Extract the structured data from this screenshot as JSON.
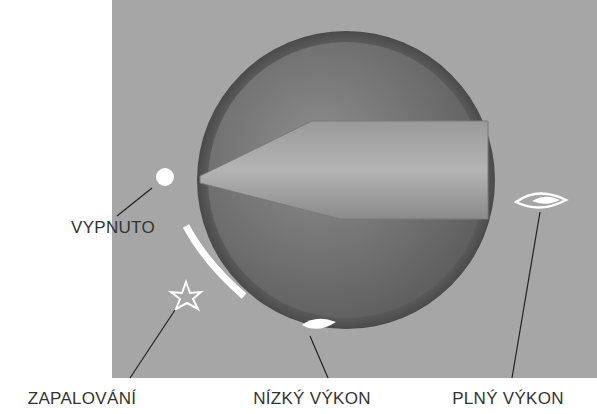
{
  "diagram": {
    "labels": [
      "VYPNUTO",
      "ZAPALOVÁNÍ",
      "NÍZKÝ VÝKON",
      "PLNÝ VÝKON"
    ]
  }
}
